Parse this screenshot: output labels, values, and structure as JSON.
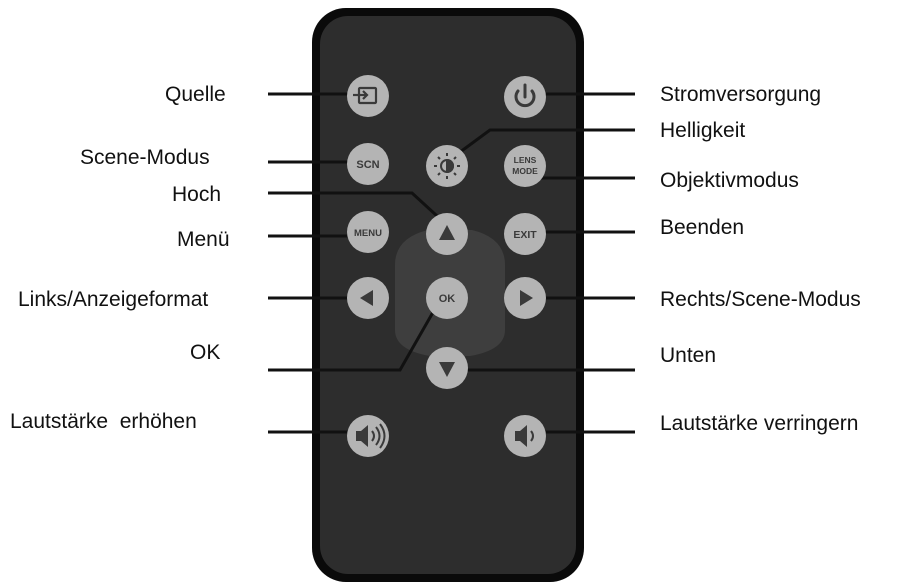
{
  "left_labels": [
    "Quelle",
    "Scene-Modus",
    "Hoch",
    "Menü",
    "Links/Anzeigeformat",
    "OK",
    "Lautstärke  erhöhen"
  ],
  "right_labels": [
    "Stromversorgung",
    "Helligkeit",
    "Objektivmodus",
    "Beenden",
    "Rechts/Scene-Modus",
    "Unten",
    "Lautstärke verringern"
  ],
  "button_texts": {
    "scn": "SCN",
    "lens_line1": "LENS",
    "lens_line2": "MODE",
    "menu": "MENU",
    "exit": "EXIT",
    "ok": "OK"
  },
  "colors": {
    "remote_body": "#2d2d2d",
    "remote_outline": "#0a0a0a",
    "button_fill": "#b4b4b4",
    "dpad_fill": "#3e3e3e",
    "line": "#111111"
  },
  "icons": {
    "source": "source-input-icon",
    "power": "power-icon",
    "brightness": "brightness-icon",
    "up": "arrow-up-icon",
    "left": "arrow-left-icon",
    "right": "arrow-right-icon",
    "down": "arrow-down-icon",
    "vol_up": "volume-up-icon",
    "vol_down": "volume-down-icon"
  }
}
